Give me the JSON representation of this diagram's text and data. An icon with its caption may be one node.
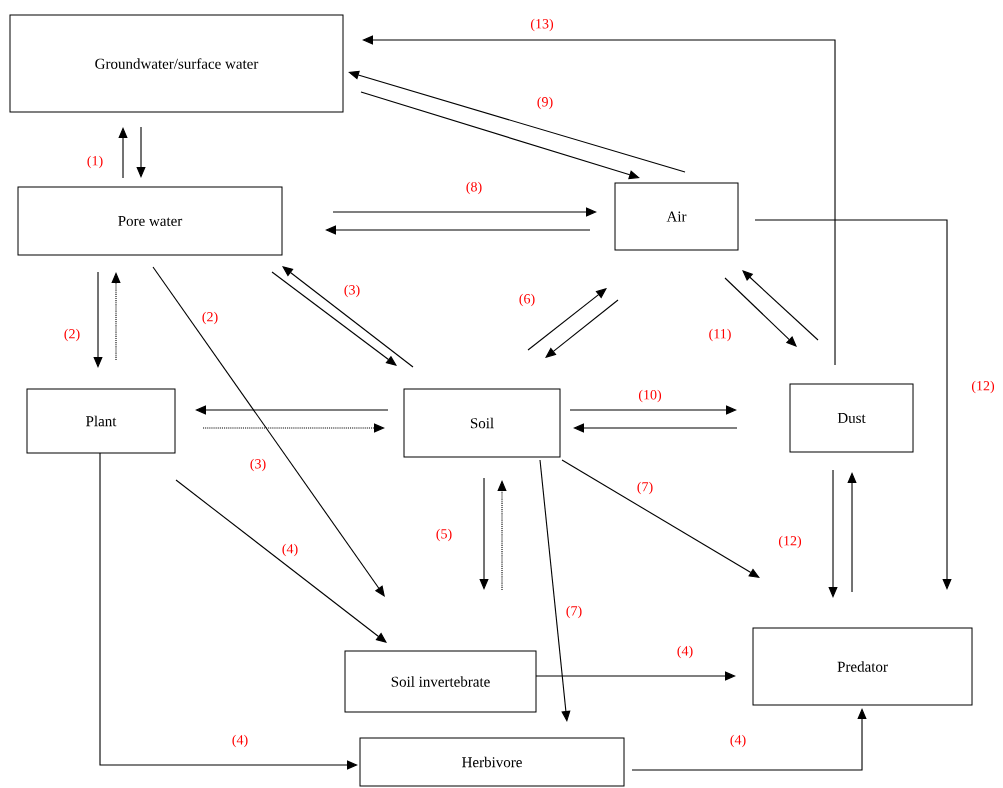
{
  "diagram": {
    "nodes": [
      {
        "text": [
          "Groundwater/surface water"
        ]
      },
      {
        "text": [
          "Pore water"
        ]
      },
      {
        "text": [
          "Air"
        ]
      },
      {
        "text": [
          "Plant"
        ]
      },
      {
        "text": [
          "Soil"
        ]
      },
      {
        "text": [
          "Dust"
        ]
      },
      {
        "text": [
          "Soil invertebrate"
        ]
      },
      {
        "text": [
          "Predator"
        ]
      },
      {
        "text": [
          "Herbivore"
        ]
      }
    ],
    "edges": [
      {
        "from": 1,
        "to": 0,
        "arrow": "to",
        "label": "(1)"
      },
      {
        "from": 0,
        "to": 1,
        "arrow": "to"
      },
      {
        "from": 1,
        "to": 3,
        "arrow": "to",
        "label": "(2)"
      },
      {
        "from": 3,
        "to": 1,
        "arrow": "to",
        "style": "dashed"
      },
      {
        "from": 1,
        "to": 6,
        "arrow": "to",
        "label": "(2)"
      },
      {
        "from": 1,
        "to": 4,
        "arrow": "to",
        "label": "(3)"
      },
      {
        "from": 4,
        "to": 1,
        "arrow": "to"
      },
      {
        "from": 1,
        "to": 2,
        "arrow": "to",
        "label": "(8)"
      },
      {
        "from": 2,
        "to": 1,
        "arrow": "to"
      },
      {
        "from": 2,
        "to": 0,
        "arrow": "to",
        "label": "(9)"
      },
      {
        "from": 0,
        "to": 2,
        "arrow": "to"
      },
      {
        "from": 4,
        "to": 2,
        "arrow": "to",
        "label": "(6)"
      },
      {
        "from": 2,
        "to": 4,
        "arrow": "to"
      },
      {
        "from": 4,
        "to": 3,
        "arrow": "to"
      },
      {
        "from": 3,
        "to": 4,
        "arrow": "to",
        "style": "dashed"
      },
      {
        "from": 4,
        "to": 5,
        "arrow": "to",
        "label": "(10)"
      },
      {
        "from": 5,
        "to": 4,
        "arrow": "to"
      },
      {
        "from": 2,
        "to": 5,
        "arrow": "to",
        "label": "(11)"
      },
      {
        "from": 5,
        "to": 2,
        "arrow": "to"
      },
      {
        "from": 5,
        "to": 0,
        "arrow": "to",
        "label": "(13)"
      },
      {
        "from": 2,
        "to": 7,
        "arrow": "to",
        "label": "(12)"
      },
      {
        "from": 4,
        "to": 8,
        "arrow": "to",
        "label": "(7)"
      },
      {
        "from": 4,
        "to": 7,
        "arrow": "to",
        "label": "(7)"
      },
      {
        "from": 4,
        "to": null,
        "arrow": "to",
        "label": "(5)"
      },
      {
        "from": null,
        "to": 4,
        "arrow": "to",
        "style": "dashed"
      },
      {
        "from": 5,
        "to": 7,
        "arrow": "to",
        "label": "(12)"
      },
      {
        "from": 7,
        "to": 5,
        "arrow": "to"
      },
      {
        "from": 3,
        "to": 8,
        "arrow": "to",
        "label": "(4)"
      },
      {
        "from": 3,
        "to": 6,
        "arrow": "to",
        "label": "(4)"
      },
      {
        "from": 6,
        "to": 7,
        "arrow": "to",
        "label": "(4)"
      },
      {
        "from": 8,
        "to": 7,
        "arrow": "to",
        "label": "(4)"
      }
    ],
    "labels": [
      "(3)"
    ]
  }
}
